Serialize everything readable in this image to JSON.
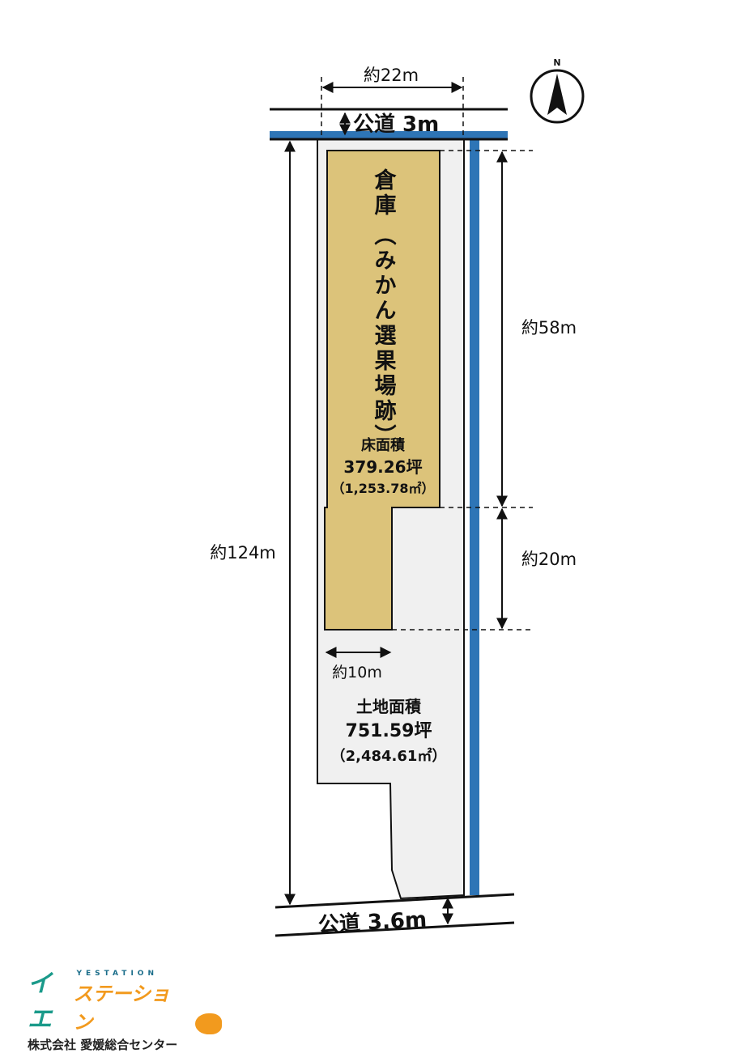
{
  "colors": {
    "building": "#dcc37a",
    "land": "#f0f0f0",
    "water": "#2e75b6",
    "line": "#111111"
  },
  "compass": {
    "label": "N"
  },
  "roads": {
    "north": "公道 3m",
    "south": "公道 3.6m"
  },
  "dimensions": {
    "width_top": "約22m",
    "length_total": "約124m",
    "building_length": "約58m",
    "building_narrow_length": "約20m",
    "building_narrow_width": "約10m"
  },
  "building": {
    "name": "倉庫",
    "former_use": "（みかん選果場跡）",
    "floor_area_label": "床面積",
    "floor_area_tsubo": "379.26坪",
    "floor_area_sqm": "（1,253.78㎡）"
  },
  "land": {
    "area_label": "土地面積",
    "area_tsubo": "751.59坪",
    "area_sqm": "（2,484.61㎡）"
  },
  "logo": {
    "brand_ie": "イエ",
    "brand_station": "ステーション",
    "brand_latin": "YESTATION",
    "company": "株式会社 愛媛総合センター"
  }
}
